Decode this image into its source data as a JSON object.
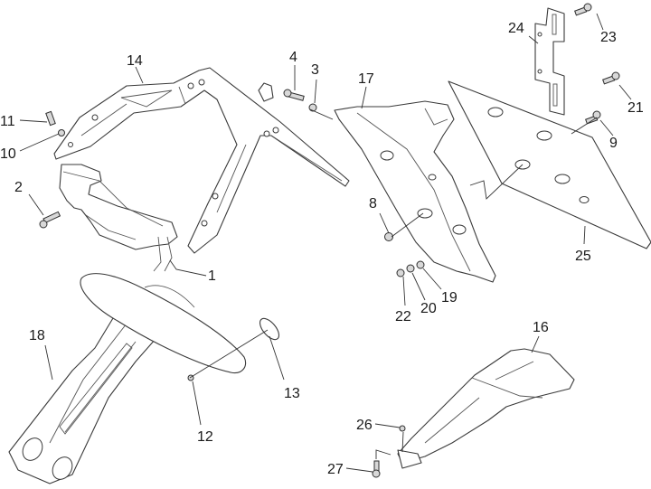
{
  "diagram": {
    "type": "exploded-parts-view",
    "subject": "rear fender / license plate holder assembly",
    "colors": {
      "background": "#ffffff",
      "line": "#3a3a3a",
      "text": "#1a1a1a"
    },
    "callouts": {
      "c1": "1",
      "c2": "2",
      "c3": "3",
      "c4": "4",
      "c8": "8",
      "c9": "9",
      "c10": "10",
      "c11": "11",
      "c12": "12",
      "c13": "13",
      "c14": "14",
      "c16": "16",
      "c17": "17",
      "c18": "18",
      "c19": "19",
      "c20": "20",
      "c21": "21",
      "c22": "22",
      "c23": "23",
      "c24": "24",
      "c25": "25",
      "c26": "26",
      "c27": "27"
    },
    "parts": [
      {
        "id": "1",
        "desc": "rear light housing / bracket"
      },
      {
        "id": "2",
        "desc": "screw"
      },
      {
        "id": "3",
        "desc": "washer"
      },
      {
        "id": "4",
        "desc": "bolt"
      },
      {
        "id": "8",
        "desc": "nut"
      },
      {
        "id": "9",
        "desc": "screw"
      },
      {
        "id": "10",
        "desc": "washer"
      },
      {
        "id": "11",
        "desc": "bolt"
      },
      {
        "id": "12",
        "desc": "clip"
      },
      {
        "id": "13",
        "desc": "reflector"
      },
      {
        "id": "14",
        "desc": "rear frame bracket"
      },
      {
        "id": "16",
        "desc": "mudguard flap"
      },
      {
        "id": "17",
        "desc": "plate holder cover"
      },
      {
        "id": "18",
        "desc": "rear fender support arm"
      },
      {
        "id": "19",
        "desc": "washer"
      },
      {
        "id": "20",
        "desc": "washer"
      },
      {
        "id": "21",
        "desc": "screw"
      },
      {
        "id": "22",
        "desc": "washer"
      },
      {
        "id": "23",
        "desc": "screw"
      },
      {
        "id": "24",
        "desc": "plate bracket"
      },
      {
        "id": "25",
        "desc": "license plate holder"
      },
      {
        "id": "26",
        "desc": "nut"
      },
      {
        "id": "27",
        "desc": "screw"
      }
    ]
  }
}
